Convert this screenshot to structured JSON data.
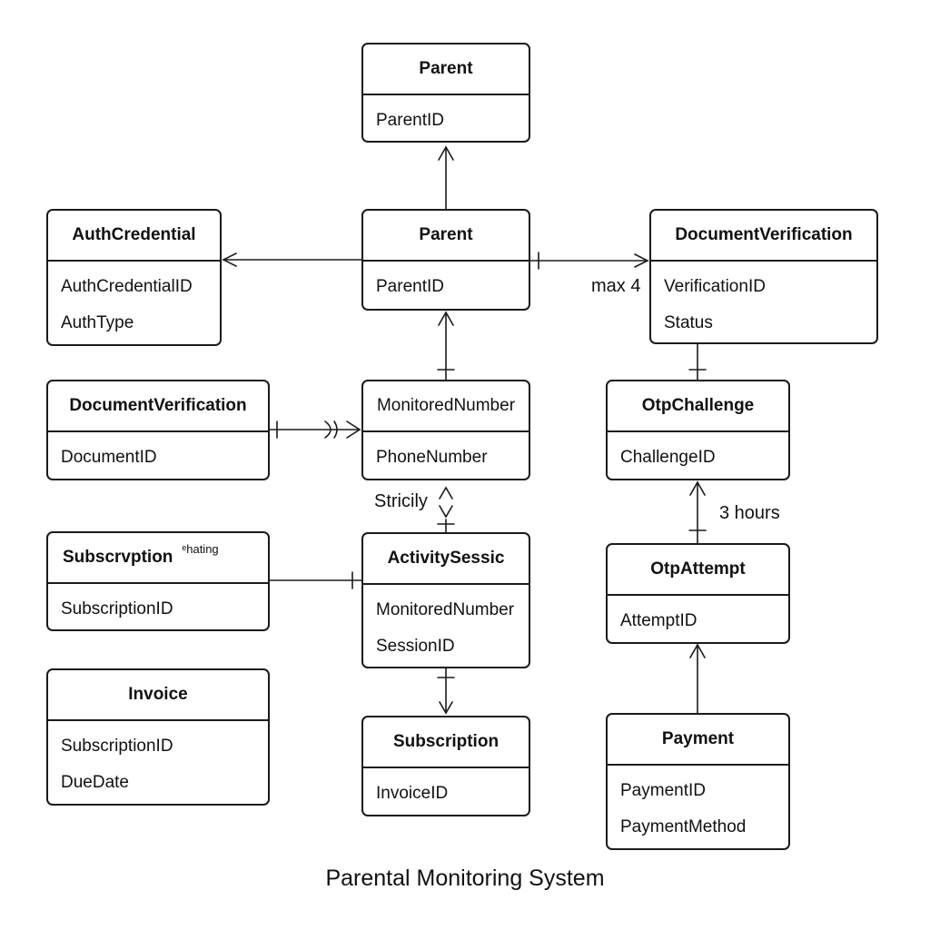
{
  "entities": {
    "parent_top": {
      "name": "Parent",
      "attrs": [
        "ParentID"
      ]
    },
    "auth_credential": {
      "name": "AuthCredential",
      "attrs": [
        "AuthCredentialID",
        "AuthType"
      ]
    },
    "parent_center": {
      "name": "Parent",
      "attrs": [
        "ParentID"
      ]
    },
    "document_verification_right": {
      "name": "DocumentVerification",
      "attrs": [
        "VerificationID",
        "Status"
      ]
    },
    "document_verification_left": {
      "name": "DocumentVerification",
      "attrs": [
        "DocumentID"
      ]
    },
    "monitored_number": {
      "name": "MonitoredNumber",
      "attrs": [
        "PhoneNumber"
      ]
    },
    "otp_challenge": {
      "name": "OtpChallenge",
      "attrs": [
        "ChallengeID"
      ]
    },
    "subscription_left": {
      "name": "Subscrvption",
      "attrs": [
        "SubscriptionID"
      ]
    },
    "activity_session": {
      "name": "ActivitySessic",
      "attrs": [
        "MonitoredNumber",
        "SessionID"
      ]
    },
    "otp_attempt": {
      "name": "OtpAttempt",
      "attrs": [
        "AttemptID"
      ]
    },
    "invoice": {
      "name": "Invoice",
      "attrs": [
        "SubscriptionID",
        "DueDate"
      ]
    },
    "subscription_bottom": {
      "name": "Subscription",
      "attrs": [
        "InvoiceID"
      ]
    },
    "payment": {
      "name": "Payment",
      "attrs": [
        "PaymentID",
        "PaymentMethod"
      ]
    }
  },
  "labels": {
    "max4": "max 4",
    "strictly": "Stricily",
    "hours3": "3 hours",
    "garbled": "ᵉhating"
  },
  "caption": "Parental Monitoring System"
}
